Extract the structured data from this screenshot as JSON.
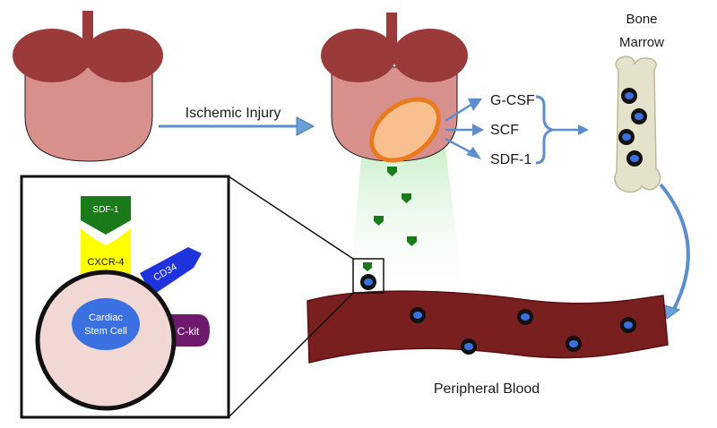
{
  "labels": {
    "ischemic_injury": "Ischemic Injury",
    "bone": "Bone",
    "marrow": "Marrow",
    "peripheral_blood": "Peripheral Blood"
  },
  "factors": [
    "G-CSF",
    "SCF",
    "SDF-1"
  ],
  "inset": {
    "ligand": "SDF-1",
    "receptor": "CXCR-4",
    "marker_cd34": "CD34",
    "marker_ckit": "C-kit",
    "cell_line1": "Cardiac",
    "cell_line2": "Stem Cell"
  },
  "colors": {
    "heart_top": "#9a3a3a",
    "heart_body": "#d8908d",
    "injury_ring": "#e87b1e",
    "injury_fill": "#f9c08f",
    "arrow_blue": "#5b8ecb",
    "bone": "#e5e2cc",
    "vessel": "#7a1f1f",
    "sdf_green": "#1a7a1a",
    "cxcr4_yellow": "#ffff00",
    "cd34_blue": "#1f33dd",
    "ckit_purple": "#6d1a6d",
    "cell_fill": "#f2d8d4",
    "nucleus": "#3a70e0"
  }
}
